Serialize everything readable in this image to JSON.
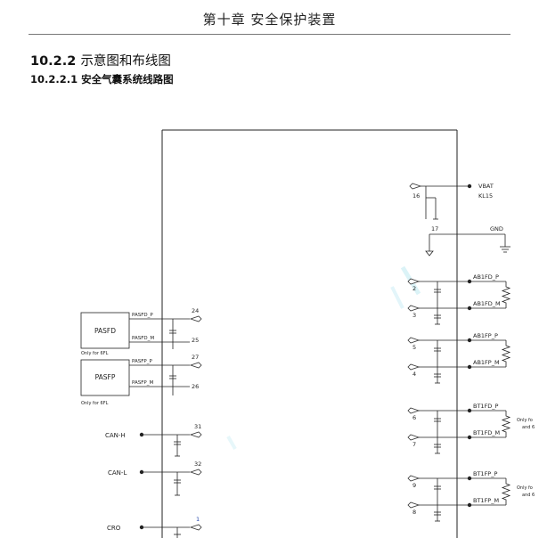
{
  "header": {
    "chapter_title": "第十章  安全保护装置"
  },
  "section": {
    "number": "10.2.2",
    "title": "示意图和布线图"
  },
  "subsection": {
    "number": "10.2.2.1",
    "title": "安全气囊系统线路图"
  },
  "left": {
    "modules": [
      {
        "label": "PASFD",
        "note": "Only for 6FL",
        "pins": [
          {
            "signal": "PASFD_P",
            "pin": "24"
          },
          {
            "signal": "PASFD_M",
            "pin": "25"
          }
        ]
      },
      {
        "label": "PASFP",
        "note": "Only for 6FL",
        "pins": [
          {
            "signal": "PASFP_P",
            "pin": "27"
          },
          {
            "signal": "PASFP_M",
            "pin": "26"
          }
        ]
      }
    ],
    "signals": [
      {
        "label": "CAN-H",
        "pin": "31"
      },
      {
        "label": "CAN-L",
        "pin": "32"
      },
      {
        "label": "CRO",
        "pin": "1"
      }
    ]
  },
  "right": {
    "power": {
      "pin": "16",
      "line1": "VBAT",
      "line2": "KL15"
    },
    "ground": {
      "pin": "17",
      "label": "GND"
    },
    "loads": [
      {
        "p_label": "AB1FD_P",
        "m_label": "AB1FD_M",
        "pin_p": "2",
        "pin_m": "3",
        "note1": "",
        "note2": ""
      },
      {
        "p_label": "AB1FP_P",
        "m_label": "AB1FP_M",
        "pin_p": "5",
        "pin_m": "4",
        "note1": "",
        "note2": ""
      },
      {
        "p_label": "BT1FD_P",
        "m_label": "BT1FD_M",
        "pin_p": "6",
        "pin_m": "7",
        "note1": "Only fo",
        "note2": "and 6"
      },
      {
        "p_label": "BT1FP_P",
        "m_label": "BT1FP_M",
        "pin_p": "9",
        "pin_m": "8",
        "note1": "Only fo",
        "note2": "and 6"
      }
    ]
  }
}
